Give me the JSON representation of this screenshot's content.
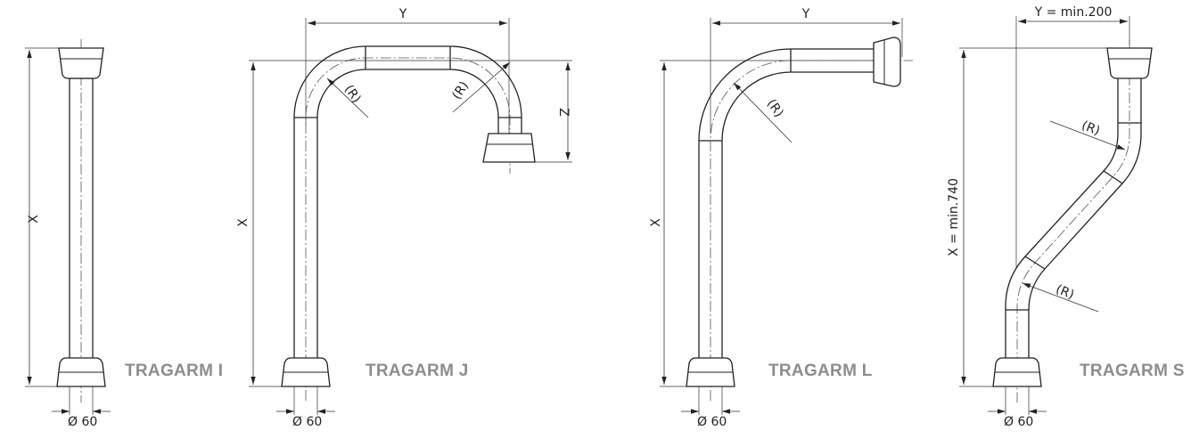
{
  "diagrams": [
    {
      "id": "i",
      "title": "TRAGARM I",
      "x_label": "X",
      "diameter_label": "Ø 60"
    },
    {
      "id": "j",
      "title": "TRAGARM J",
      "x_label": "X",
      "y_label": "Y",
      "z_label": "Z",
      "r_label_1": "(R)",
      "r_label_2": "(R)",
      "diameter_label": "Ø 60"
    },
    {
      "id": "l",
      "title": "TRAGARM L",
      "x_label": "X",
      "y_label": "Y",
      "r_label": "(R)",
      "diameter_label": "Ø 60"
    },
    {
      "id": "s",
      "title": "TRAGARM S",
      "x_label": "X = min.740",
      "y_label": "Y = min.200",
      "r_label_1": "(R)",
      "r_label_2": "(R)",
      "diameter_label": "Ø 60"
    }
  ],
  "colors": {
    "line": "#222222",
    "title": "#8d8d8d",
    "background": "#ffffff"
  }
}
